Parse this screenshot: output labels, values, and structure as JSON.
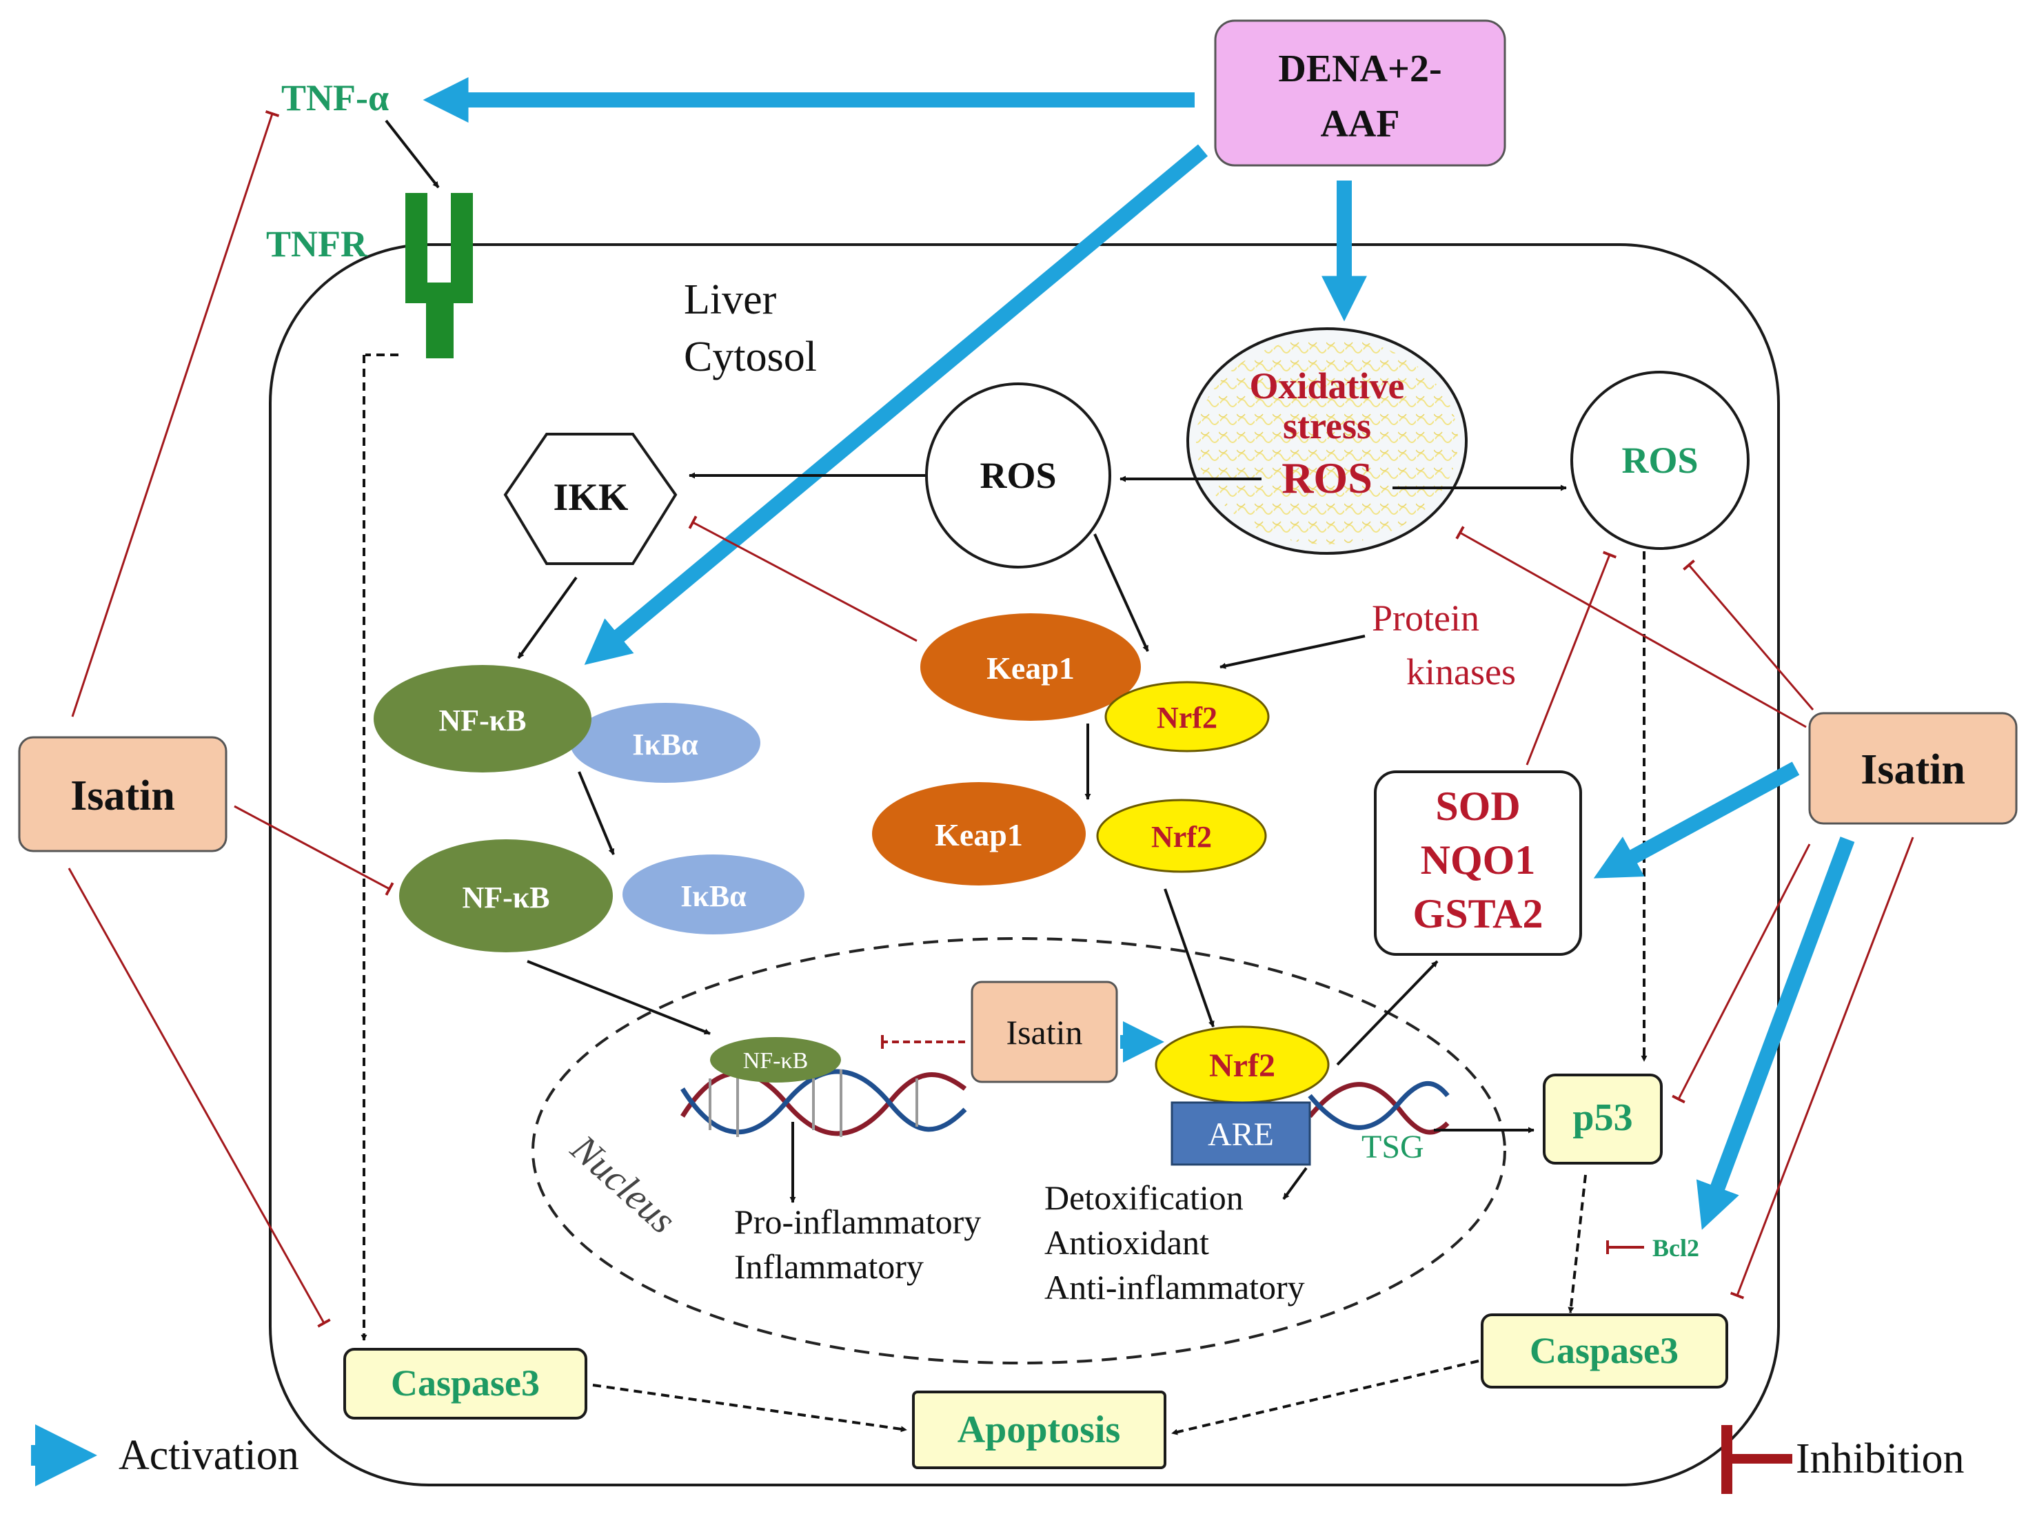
{
  "colors": {
    "activation": "#1fa3dc",
    "inhibition": "#a3181c",
    "green_text": "#1e9a63",
    "red_text": "#b7192b",
    "isatin_fill": "#f6c9a9",
    "dena_fill": "#f1b3f0",
    "nfkb_fill": "#6b8a3f",
    "ikba_fill": "#8eaee0",
    "keap1_fill": "#d4650f",
    "nrf2_fill": "#ffef00",
    "are_fill": "#4a76b8",
    "box_fill": "#fdfccc",
    "tnfr_fill": "#1d8b2a"
  },
  "labels": {
    "tnf_alpha": "TNF-α",
    "tnfr": "TNFR",
    "dena": [
      "DENA+2-",
      "AAF"
    ],
    "cell": [
      "Liver",
      "Cytosol"
    ],
    "oxidative": [
      "Oxidative",
      "stress",
      "ROS"
    ],
    "ros_left": "ROS",
    "ros_right": "ROS",
    "ikk": "IKK",
    "nfkb": "NF-κB",
    "ikba": "IκBα",
    "keap1": "Keap1",
    "nrf2": "Nrf2",
    "protein_kinases": [
      "Protein",
      "kinases"
    ],
    "sod": [
      "SOD",
      "NQO1",
      "GSTA2"
    ],
    "isatin": "Isatin",
    "are": "ARE",
    "tsg": "TSG",
    "nucleus": "Nucleus",
    "pro_inflam": [
      "Pro-inflammatory",
      "Inflammatory"
    ],
    "detox": [
      "Detoxification",
      "Antioxidant",
      "Anti-inflammatory"
    ],
    "p53": "p53",
    "bcl2": "Bcl2",
    "caspase3": "Caspase3",
    "apoptosis": "Apoptosis",
    "activation": "Activation",
    "inhibition": "Inhibition"
  }
}
